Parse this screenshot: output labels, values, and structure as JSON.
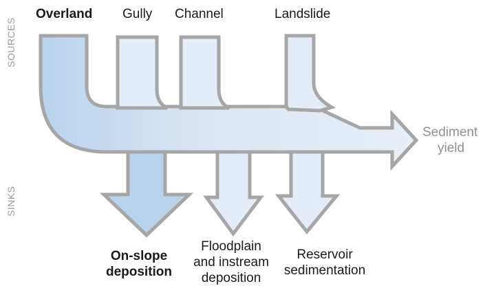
{
  "side_labels": {
    "sources": "SOURCES",
    "sinks": "SINKS"
  },
  "sources": [
    {
      "label": "Overland",
      "emphasis": true
    },
    {
      "label": "Gully",
      "emphasis": false
    },
    {
      "label": "Channel",
      "emphasis": false
    },
    {
      "label": "Landslide",
      "emphasis": false
    }
  ],
  "sinks": [
    {
      "lines": [
        "On-slope",
        "deposition"
      ],
      "emphasis": true
    },
    {
      "lines": [
        "Floodplain",
        "and instream",
        "deposition"
      ],
      "emphasis": false
    },
    {
      "lines": [
        "Reservoir",
        "sedimentation"
      ],
      "emphasis": false
    }
  ],
  "output": {
    "lines": [
      "Sediment",
      "yield"
    ]
  },
  "colors": {
    "outline": "#a6a6a6",
    "emphasis_fill": "#b9d3ec",
    "light_fill": "#e3ecf7",
    "text": "#1a1a1a",
    "muted_text": "#8f8f8f"
  }
}
